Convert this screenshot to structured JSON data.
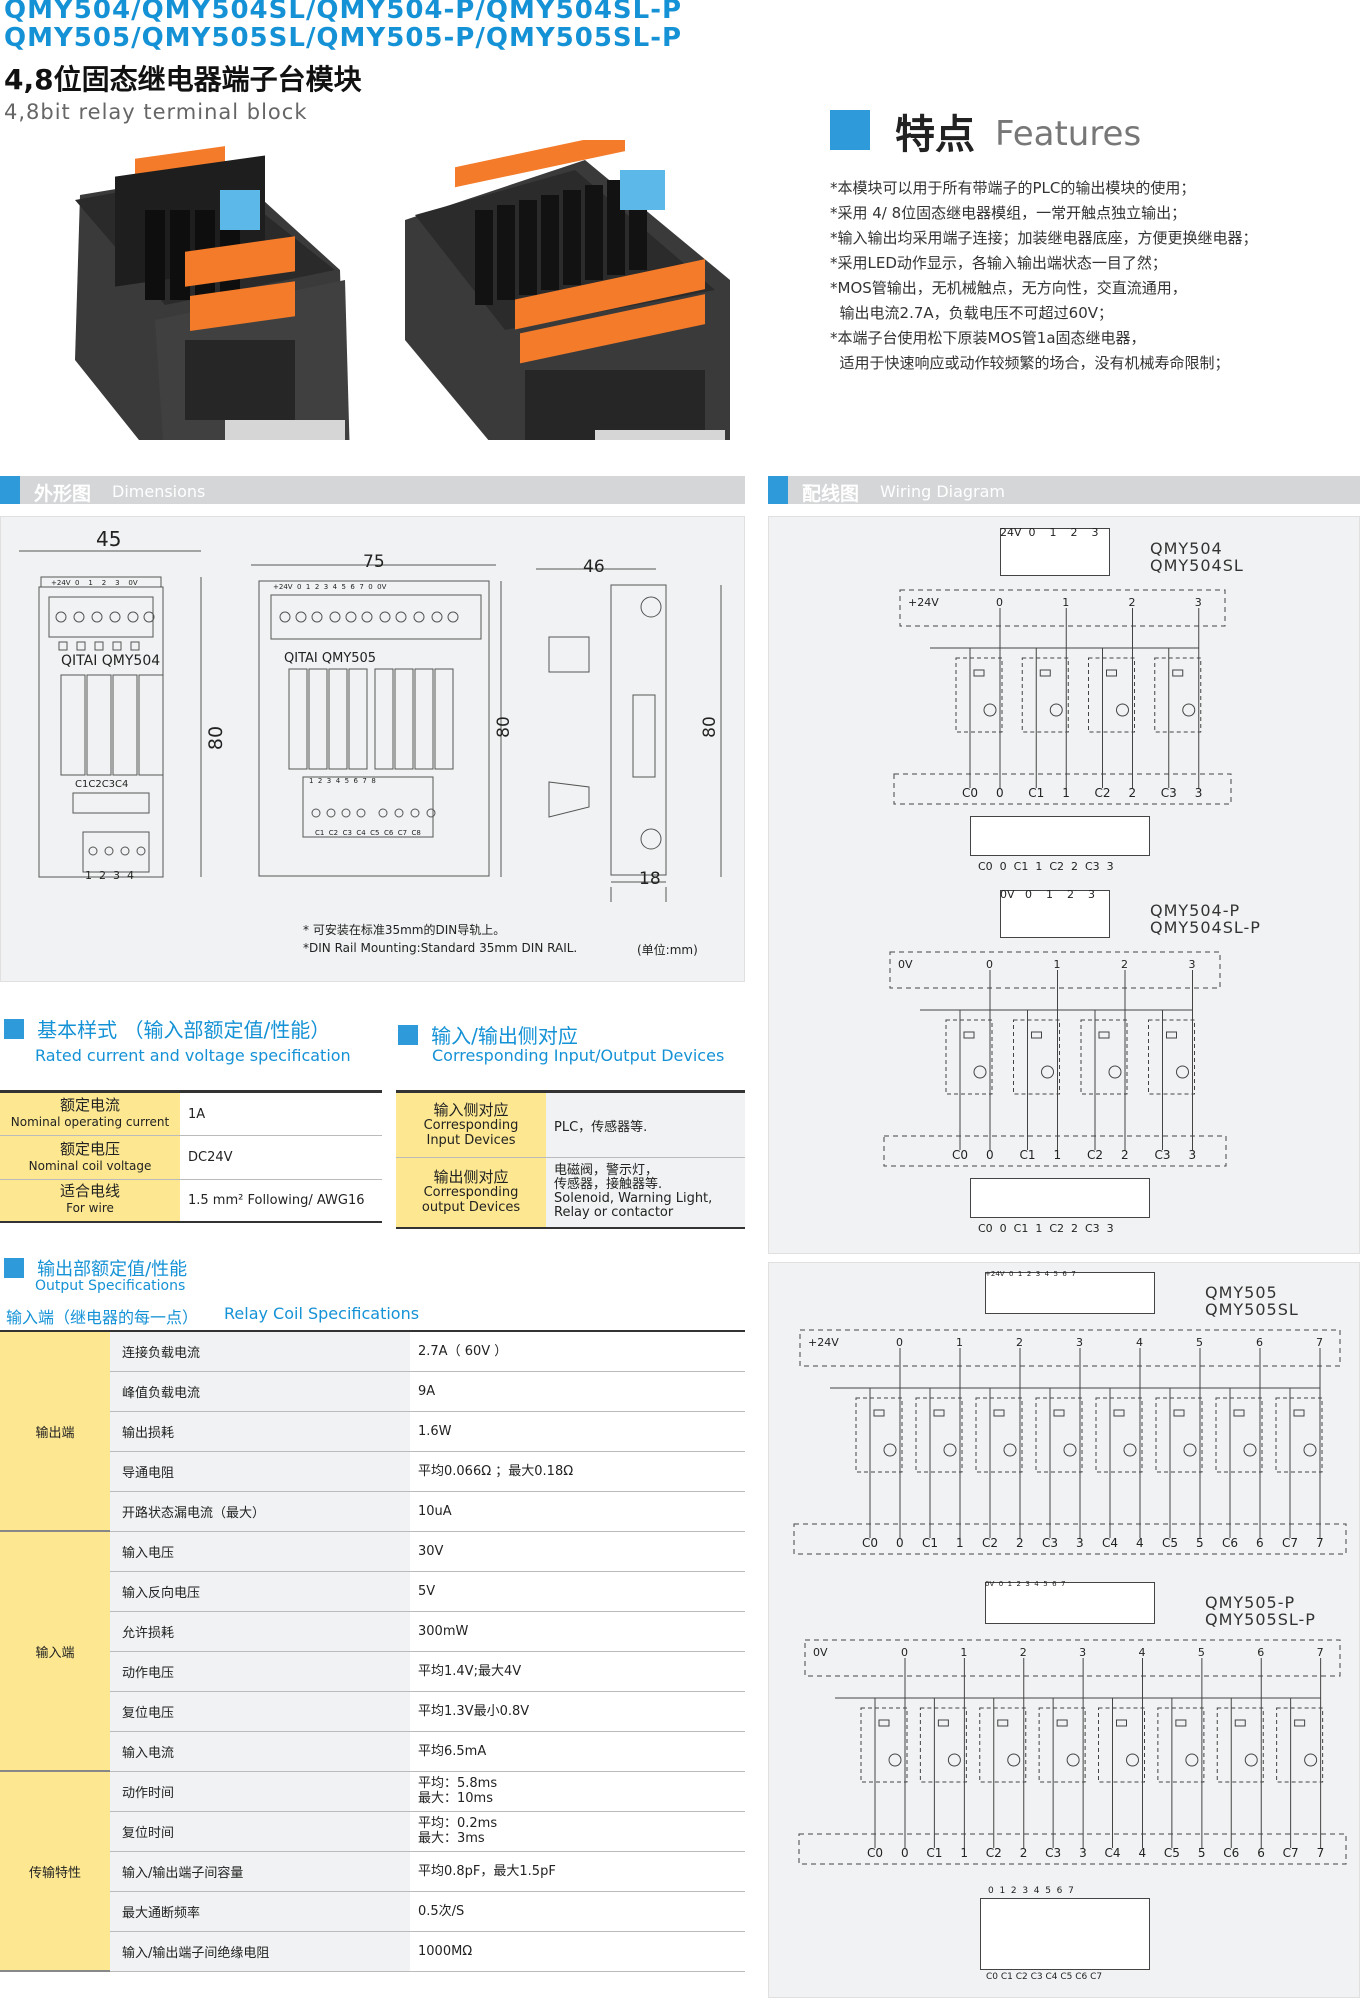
{
  "header": {
    "models_line1": "QMY504/QMY504SL/QMY504-P/QMY504SL-P",
    "models_line2": "QMY505/QMY505SL/QMY505-P/QMY505SL-P",
    "title_cn": "4,8位固态继电器端子台模块",
    "title_en": "4,8bit relay terminal block"
  },
  "features": {
    "title_cn": "特点",
    "title_en": "Features",
    "lines": [
      "*本模块可以用于所有带端子的PLC的输出模块的使用；",
      "*采用 4/ 8位固态继电器模组，一常开触点独立输出；",
      "*输入输出均采用端子连接；加装继电器底座，方便更换继电器；",
      "*采用LED动作显示，各输入输出端状态一目了然；",
      "*MOS管输出，无机械触点，无方向性，交直流通用，",
      "  输出电流2.7A，负载电压不可超过60V；",
      "*本端子台使用松下原装MOS管1a固态继电器，",
      "  适用于快速响应或动作较频繁的场合，没有机械寿命限制；"
    ]
  },
  "dimensions": {
    "title_cn": "外形图",
    "title_en": "Dimensions",
    "w45": "45",
    "w75": "75",
    "w46": "46",
    "h80": "80",
    "d18": "18",
    "brand1": "QITAI",
    "model1": "QMY504",
    "brand2": "QITAI",
    "model2": "QMY505",
    "top_labels_4": "+24V  0    1    2    3    0V",
    "top_labels_8": "+24V  0  1  2  3  4  5  6  7  0  0V",
    "bottom_c4": "C1C2C3C4",
    "bottom_n4": "1  2  3  4",
    "mid_n8": "1  2  3  4  5  6  7  8",
    "bottom_c8": "C1  C2  C3  C4  C5  C6  C7  C8",
    "note1": "* 可安装在标准35mm的DIN导轨上。",
    "note2": "*DIN Rail Mounting:Standard 35mm DIN RAIL.",
    "unit": "(单位:mm)"
  },
  "wiring": {
    "title_cn": "配线图",
    "title_en": "Wiring Diagram",
    "blocks": [
      {
        "model1": "QMY504",
        "model2": "QMY504SL",
        "top": "24V  0    1    2    3",
        "first": "+24V",
        "nums": [
          "0",
          "1",
          "2",
          "3"
        ],
        "bottom": [
          "C0",
          "0",
          "C1",
          "1",
          "C2",
          "2",
          "C3",
          "3"
        ],
        "term": "C0  0  C1  1  C2  2  C3  3"
      },
      {
        "model1": "QMY504-P",
        "model2": "QMY504SL-P",
        "top": "0V   0    1    2    3",
        "first": "0V",
        "nums": [
          "0",
          "1",
          "2",
          "3"
        ],
        "bottom": [
          "C0",
          "0",
          "C1",
          "1",
          "C2",
          "2",
          "C3",
          "3"
        ],
        "term": "C0  0  C1  1  C2  2  C3  3"
      },
      {
        "model1": "QMY505",
        "model2": "QMY505SL",
        "top": "+24V  0  1  2  3  4  5  6  7",
        "first": "+24V",
        "nums": [
          "0",
          "1",
          "2",
          "3",
          "4",
          "5",
          "6",
          "7"
        ],
        "bottom": [
          "C0",
          "0",
          "C1",
          "1",
          "C2",
          "2",
          "C3",
          "3",
          "C4",
          "4",
          "C5",
          "5",
          "C6",
          "6",
          "C7",
          "7"
        ]
      },
      {
        "model1": "QMY505-P",
        "model2": "QMY505SL-P",
        "top": "0V  0  1  2  3  4  5  6  7",
        "first": "0V",
        "nums": [
          "0",
          "1",
          "2",
          "3",
          "4",
          "5",
          "6",
          "7"
        ],
        "bottom": [
          "C0",
          "0",
          "C1",
          "1",
          "C2",
          "2",
          "C3",
          "3",
          "C4",
          "4",
          "C5",
          "5",
          "C6",
          "6",
          "C7",
          "7"
        ],
        "term_top": "0  1  2  3  4  5  6  7",
        "term": "C0 C1 C2 C3 C4 C5 C6 C7"
      }
    ]
  },
  "basic_spec": {
    "title_cn": "基本样式  （输入部额定值/性能）",
    "title_en": "Rated current and voltage specification",
    "rows": [
      {
        "label_cn": "额定电流",
        "label_en": "Nominal operating current",
        "value": "1A"
      },
      {
        "label_cn": "额定电压",
        "label_en": "Nominal coil voltage",
        "value": "DC24V"
      },
      {
        "label_cn": "适合电线",
        "label_en": "For wire",
        "value": "1.5 mm² Following/ AWG16"
      }
    ]
  },
  "io_devices": {
    "title_cn": "输入/输出侧对应",
    "title_en": "Corresponding Input/Output Devices",
    "rows": [
      {
        "label_cn": "输入侧对应",
        "label_en1": "Corresponding",
        "label_en2": "Input Devices",
        "v1": "PLC，传感器等.",
        "v2": "",
        "v3": "",
        "v4": ""
      },
      {
        "label_cn": "输出侧对应",
        "label_en1": "Corresponding",
        "label_en2": "output Devices",
        "v1": "电磁阀，警示灯，",
        "v2": "传感器，接触器等.",
        "v3": "Solenoid, Warning Light,",
        "v4": "Relay or contactor"
      }
    ]
  },
  "output_spec": {
    "title_cn": "输出部额定值/性能",
    "title_en": "Output Specifications",
    "sub_cn": "输入端（继电器的每一点）",
    "sub_en": "Relay Coil Specifications",
    "groups": [
      {
        "name": "输出端",
        "rows": [
          {
            "k": "连接负载电流",
            "v": "2.7A（ 60V ）"
          },
          {
            "k": "峰值负载电流",
            "v": "9A"
          },
          {
            "k": "输出损耗",
            "v": "1.6W"
          },
          {
            "k": "导通电阻",
            "v": "平均0.066Ω ；最大0.18Ω"
          },
          {
            "k": "开路状态漏电流（最大）",
            "v": "10uA"
          }
        ]
      },
      {
        "name": "输入端",
        "rows": [
          {
            "k": "输入电压",
            "v": "30V"
          },
          {
            "k": "输入反向电压",
            "v": "5V"
          },
          {
            "k": "允许损耗",
            "v": "300mW"
          },
          {
            "k": "动作电压",
            "v": "平均1.4V;最大4V"
          },
          {
            "k": "复位电压",
            "v": "平均1.3V最小0.8V"
          },
          {
            "k": "输入电流",
            "v": "平均6.5mA"
          }
        ]
      },
      {
        "name": "传输特性",
        "rows": [
          {
            "k": "动作时间",
            "v": "平均：5.8ms",
            "v2": "最大：10ms"
          },
          {
            "k": "复位时间",
            "v": "平均：0.2ms",
            "v2": "最大：3ms"
          },
          {
            "k": "输入/输出端子间容量",
            "v": "平均0.8pF，最大1.5pF"
          },
          {
            "k": "最大通断频率",
            "v": "0.5次/S"
          },
          {
            "k": "输入/输出端子间绝缘电阻",
            "v": "1000MΩ"
          }
        ]
      }
    ]
  },
  "colors": {
    "accent": "#2e9ad9",
    "title_blue": "#1592d6",
    "highlight": "#fde891",
    "panel": "#f1f2f3"
  }
}
